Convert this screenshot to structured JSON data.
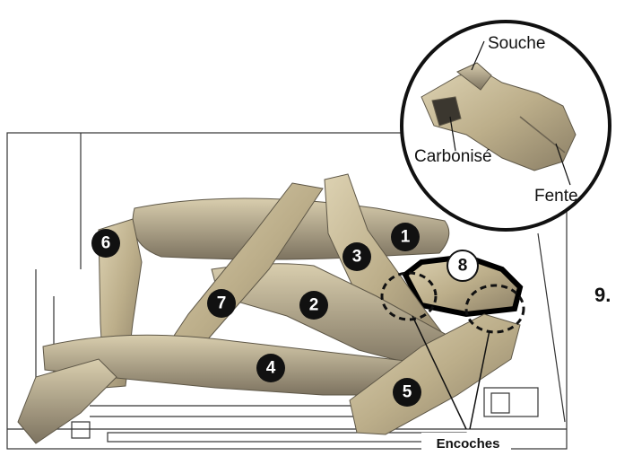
{
  "step_number": "9.",
  "callouts": {
    "stump": "Souche",
    "charred": "Carbonisé",
    "split": "Fente",
    "notches": "Encoches"
  },
  "log_numbers": [
    "1",
    "2",
    "3",
    "4",
    "5",
    "6",
    "7",
    "8"
  ],
  "colors": {
    "log_light": "#cfc3a2",
    "log_dark": "#6d6452",
    "badge_fill": "#111111",
    "badge_text": "#ffffff",
    "outline": "#000000"
  }
}
